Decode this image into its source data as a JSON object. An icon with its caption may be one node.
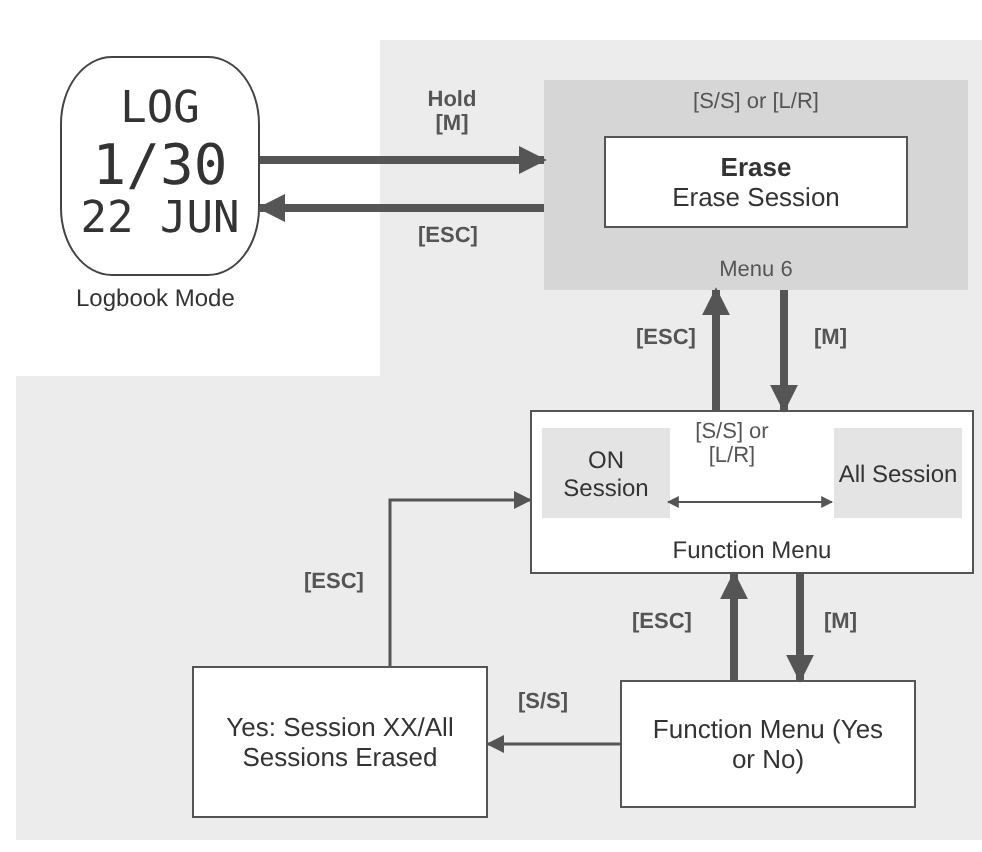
{
  "diagram": {
    "nodes": [
      {
        "text": [
          "LOG",
          "1/30",
          "22 JUN"
        ],
        "beside": [
          "Logbook Mode"
        ]
      },
      {
        "text": [
          "[S/S] or [L/R]",
          "Menu 6"
        ]
      },
      {
        "text": [
          "Erase",
          "Erase Session"
        ],
        "in": 1
      },
      {
        "text": [
          "Function Menu"
        ]
      },
      {
        "text": [
          "ON Session"
        ],
        "in": 3
      },
      {
        "text": [
          "All Session"
        ],
        "in": 3
      },
      {
        "text": [
          "Function Menu (Yes or No)"
        ]
      },
      {
        "text": [
          "Yes: Session XX/All Sessions Erased"
        ]
      }
    ],
    "edges": [
      {
        "from": 0,
        "to": 1,
        "arrow": "to",
        "label": "Hold [M]"
      },
      {
        "from": 1,
        "to": 0,
        "arrow": "to",
        "label": "[ESC]"
      },
      {
        "from": 3,
        "to": 1,
        "arrow": "to",
        "label": "[ESC]"
      },
      {
        "from": 1,
        "to": 3,
        "arrow": "to",
        "label": "[M]"
      },
      {
        "from": 4,
        "to": 5,
        "arrow": "both",
        "label": "[S/S] or [L/R]"
      },
      {
        "from": 6,
        "to": 3,
        "arrow": "to",
        "label": "[ESC]"
      },
      {
        "from": 3,
        "to": 6,
        "arrow": "to",
        "label": "[M]"
      },
      {
        "from": 6,
        "to": 7,
        "arrow": "to",
        "label": "[S/S]"
      },
      {
        "from": 7,
        "to": 3,
        "arrow": "to",
        "label": "[ESC]"
      }
    ]
  }
}
